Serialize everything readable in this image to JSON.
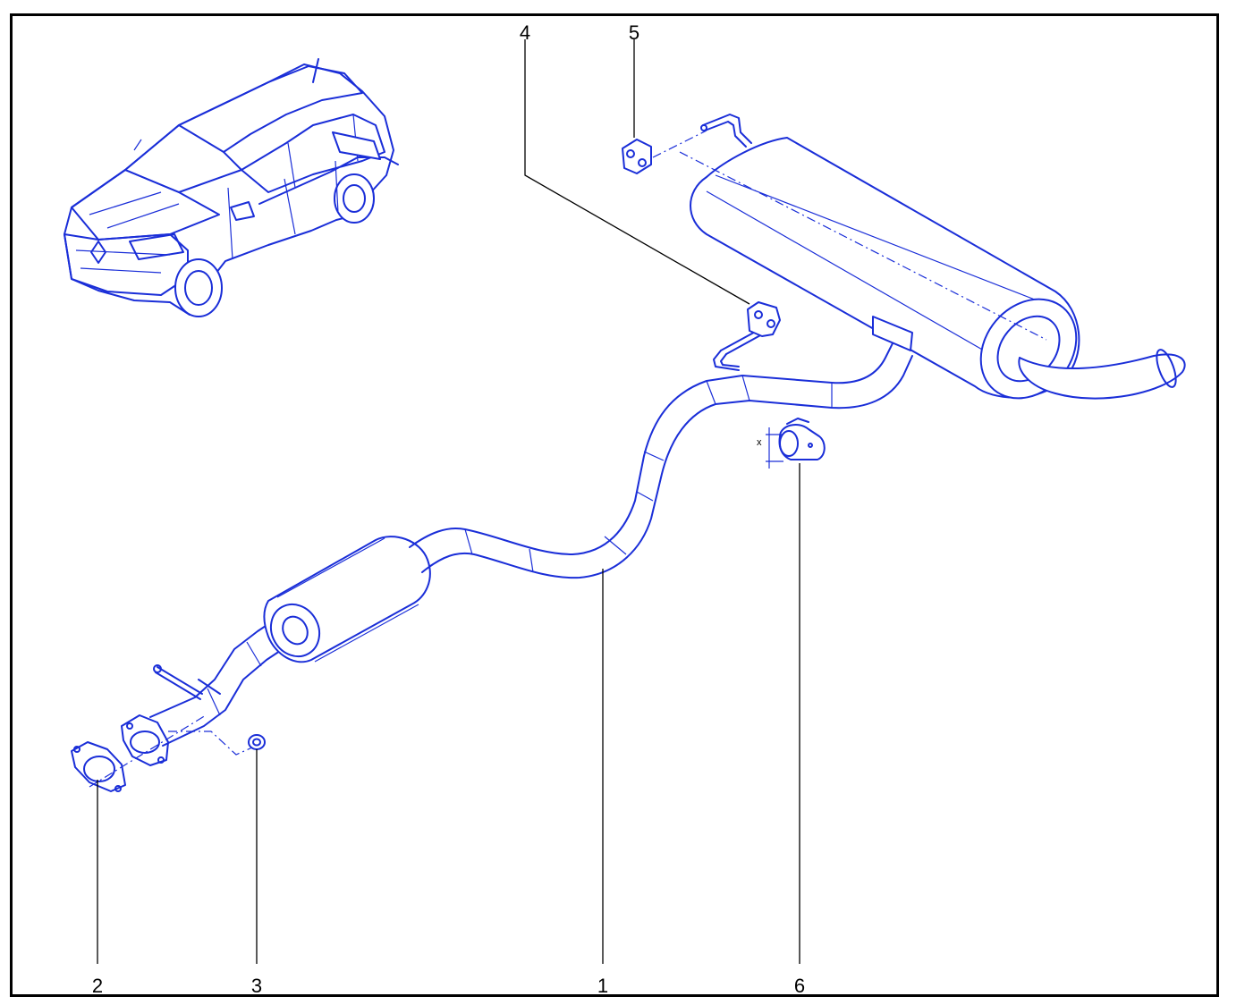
{
  "callouts": {
    "c1": "1",
    "c2": "2",
    "c3": "3",
    "c4": "4",
    "c5": "5",
    "c6": "6"
  },
  "clamp_dimension_label": "x",
  "colors": {
    "line_art": "#1a2ed8",
    "leader": "#000000",
    "frame": "#000000",
    "background": "#ffffff"
  }
}
